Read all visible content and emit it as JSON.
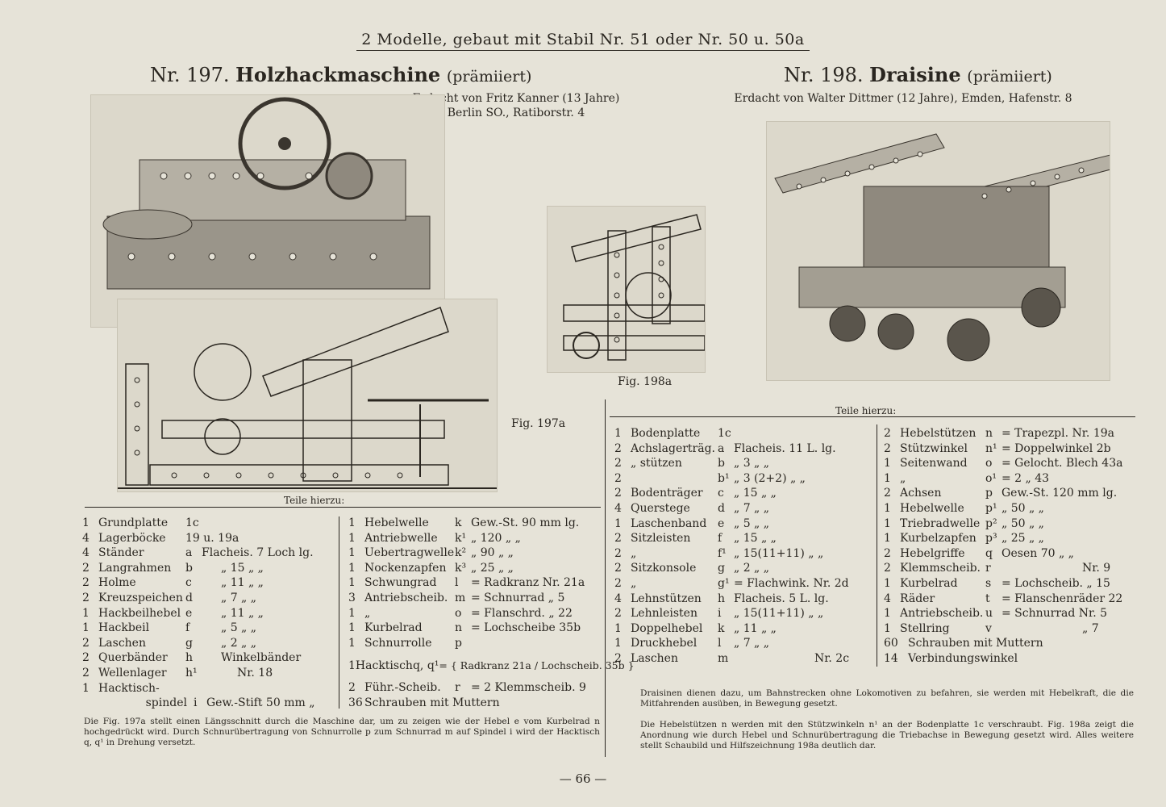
{
  "header": "2 Modelle, gebaut mit Stabil Nr. 51 oder Nr. 50 u. 50a",
  "left": {
    "title_nr": "Nr. 197.",
    "title_name": "Holzhackmaschine",
    "title_award": "(prämiiert)",
    "credit_1": "Erdacht von Fritz Kanner (13 Jahre)",
    "credit_2": "Berlin SO., Ratiborstr. 4",
    "fig_caption": "Fig. 197a",
    "teile": "Teile hierzu:",
    "parts_a": [
      [
        "1",
        "Grundplatte",
        "1c",
        ""
      ],
      [
        "4",
        "Lagerböcke",
        "19 u. 19a",
        ""
      ],
      [
        "4",
        "Ständer",
        "a",
        "Flacheis. 7 Loch lg."
      ],
      [
        "2",
        "Langrahmen",
        "b",
        "„ 15 „ „"
      ],
      [
        "2",
        "Holme",
        "c",
        "„ 11 „ „"
      ],
      [
        "2",
        "Kreuzspeichen",
        "d",
        "„ 7 „ „"
      ],
      [
        "1",
        "Hackbeilhebel",
        "e",
        "„ 11 „ „"
      ],
      [
        "1",
        "Hackbeil",
        "f",
        "„ 5 „ „"
      ],
      [
        "2",
        "Laschen",
        "g",
        "„ 2 „ „"
      ],
      [
        "2",
        "Querbänder",
        "h",
        "Winkelbänder"
      ],
      [
        "2",
        "Wellenlager",
        "h¹",
        "Nr. 18"
      ],
      [
        "1",
        "Hacktisch-",
        "",
        ""
      ],
      [
        "",
        "spindel",
        "i",
        "Gew.-Stift 50 mm „"
      ]
    ],
    "parts_b": [
      [
        "1",
        "Hebelwelle",
        "k",
        "Gew.-St. 90 mm lg."
      ],
      [
        "1",
        "Antriebwelle",
        "k¹",
        "„ 120 „ „"
      ],
      [
        "1",
        "Uebertragwelle",
        "k²",
        "„ 90 „ „"
      ],
      [
        "1",
        "Nockenzapfen",
        "k³",
        "„ 25 „ „"
      ],
      [
        "1",
        "Schwungrad",
        "l",
        "= Radkranz Nr. 21a"
      ],
      [
        "3",
        "Antriebscheib.",
        "m",
        "= Schnurrad „ 5"
      ],
      [
        "1",
        "„",
        "o",
        "= Flanschrd. „ 22"
      ],
      [
        "1",
        "Kurbelrad",
        "n",
        "= Lochscheibe 35b"
      ],
      [
        "1",
        "Schnurrolle",
        "p",
        ""
      ],
      [
        "1",
        "Hacktisch",
        "q, q¹",
        "= { Radkranz 21a / Lochscheib. 35b }"
      ],
      [
        "2",
        "Führ.-Scheib.",
        "r",
        "= 2 Klemmscheib. 9"
      ],
      [
        "36",
        "Schrauben mit Muttern",
        "",
        ""
      ]
    ],
    "note": "Die Fig. 197a stellt einen Längsschnitt durch die Maschine dar, um zu zeigen wie der Hebel e vom Kurbelrad n hochgedrückt wird. Durch Schnurübertragung von Schnurrolle p zum Schnurrad m auf Spindel i wird der Hacktisch q, q¹ in Drehung versetzt."
  },
  "right": {
    "title_nr": "Nr. 198.",
    "title_name": "Draisine",
    "title_award": "(prämiiert)",
    "credit": "Erdacht von Walter Dittmer (12 Jahre), Emden, Hafenstr. 8",
    "fig_caption": "Fig. 198a",
    "teile": "Teile hierzu:",
    "parts_a": [
      [
        "1",
        "Bodenplatte",
        "1c",
        ""
      ],
      [
        "2",
        "Achslagerträg.",
        "a",
        "Flacheis. 11 L. lg."
      ],
      [
        "2",
        "„ stützen",
        "b",
        "„ 3 „ „"
      ],
      [
        "2",
        "",
        "b¹",
        "„ 3 (2+2) „ „"
      ],
      [
        "2",
        "Bodenträger",
        "c",
        "„ 15 „ „"
      ],
      [
        "4",
        "Querstege",
        "d",
        "„ 7 „ „"
      ],
      [
        "1",
        "Laschenband",
        "e",
        "„ 5 „ „"
      ],
      [
        "2",
        "Sitzleisten",
        "f",
        "„ 15 „ „"
      ],
      [
        "2",
        "„",
        "f¹",
        "„ 15(11+11) „ „"
      ],
      [
        "2",
        "Sitzkonsole",
        "g",
        "„ 2 „ „"
      ],
      [
        "2",
        "„",
        "g¹",
        "= Flachwink. Nr. 2d"
      ],
      [
        "4",
        "Lehnstützen",
        "h",
        "Flacheis. 5 L. lg."
      ],
      [
        "2",
        "Lehnleisten",
        "i",
        "„ 15(11+11) „ „"
      ],
      [
        "1",
        "Doppelhebel",
        "k",
        "„ 11 „ „"
      ],
      [
        "1",
        "Druckhebel",
        "l",
        "„ 7 „ „"
      ],
      [
        "2",
        "Laschen",
        "m",
        "Nr. 2c"
      ]
    ],
    "parts_b": [
      [
        "2",
        "Hebelstützen",
        "n",
        "= Trapezpl. Nr. 19a"
      ],
      [
        "2",
        "Stützwinkel",
        "n¹",
        "= Doppelwinkel 2b"
      ],
      [
        "1",
        "Seitenwand",
        "o",
        "= Gelocht. Blech 43a"
      ],
      [
        "1",
        "„",
        "o¹",
        "= 2 „ 43"
      ],
      [
        "2",
        "Achsen",
        "p",
        "Gew.-St. 120 mm lg."
      ],
      [
        "1",
        "Hebelwelle",
        "p¹",
        "„ 50 „ „"
      ],
      [
        "1",
        "Triebradwelle",
        "p²",
        "„ 50 „ „"
      ],
      [
        "1",
        "Kurbelzapfen",
        "p³",
        "„ 25 „ „"
      ],
      [
        "2",
        "Hebelgriffe",
        "q",
        "Oesen 70 „ „"
      ],
      [
        "2",
        "Klemmscheib.",
        "r",
        "Nr. 9"
      ],
      [
        "1",
        "Kurbelrad",
        "s",
        "= Lochscheib. „ 15"
      ],
      [
        "4",
        "Räder",
        "t",
        "= Flanschenräder 22"
      ],
      [
        "1",
        "Antriebscheib.",
        "u",
        "= Schnurrad Nr. 5"
      ],
      [
        "1",
        "Stellring",
        "v",
        "„ 7"
      ],
      [
        "60",
        "Schrauben mit Muttern",
        "",
        ""
      ],
      [
        "14",
        "Verbindungswinkel",
        "",
        ""
      ]
    ],
    "note_1": "Draisinen dienen dazu, um Bahnstrecken ohne Lokomotiven zu befahren, sie werden mit Hebelkraft, die die Mitfahrenden ausüben, in Bewegung gesetzt.",
    "note_2": "Die Hebelstützen n werden mit den Stützwinkeln n¹ an der Bodenplatte 1c verschraubt. Fig. 198a zeigt die Anordnung wie durch Hebel und Schnurübertragung die Triebachse in Bewegung gesetzt wird. Alles weitere stellt Schaubild und Hilfszeichnung 198a deutlich dar."
  },
  "page_number": "— 66 —"
}
